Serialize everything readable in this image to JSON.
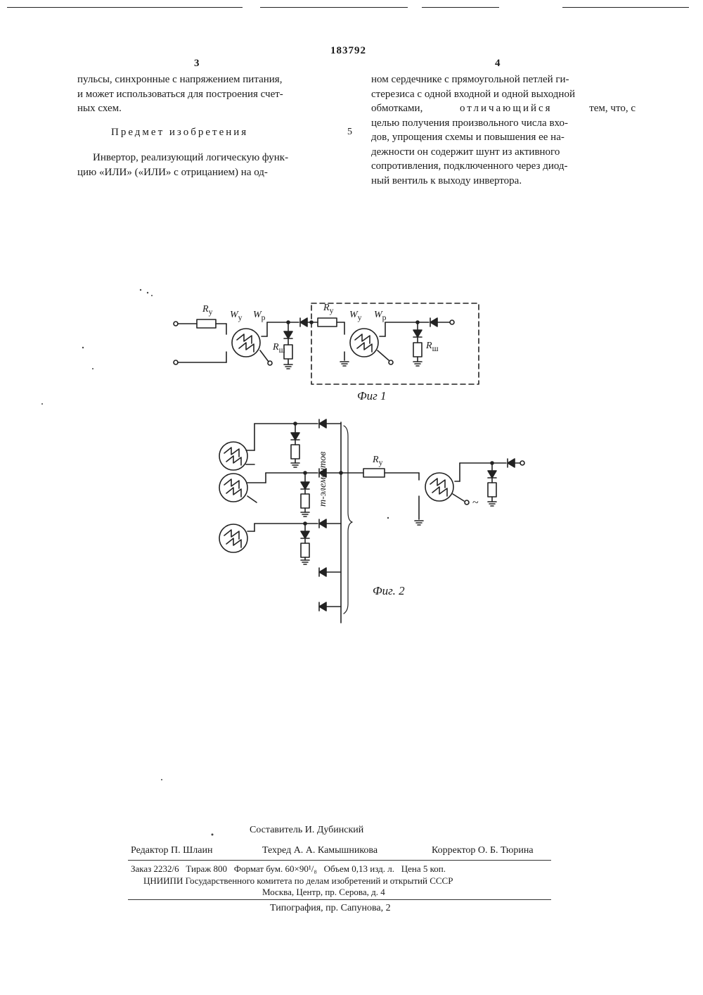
{
  "header": {
    "patent_number": "183792",
    "page_left": "3",
    "page_right": "4"
  },
  "left_column": {
    "lines": [
      "пульсы, синхронные с напряжением питания,",
      "и может использоваться для построения счет-",
      "ных схем."
    ],
    "heading": "Предмет изобретения",
    "claim_lines": [
      "Инвертор, реализующий логическую функ-",
      "цию «ИЛИ» («ИЛИ» с отрицанием) на од-"
    ]
  },
  "line_number": "5",
  "right_column": {
    "lines": [
      "ном сердечнике с прямоугольной петлей ги-",
      "стерезиса с одной входной и одной выходной",
      "обмотками,",
      "отличающийся",
      "тем, что, с",
      "целью получения произвольного числа вхо-",
      "дов, упрощения схемы и повышения ее на-",
      "дежности он содержит шунт из активного",
      "сопротивления, подключенного через диод-",
      "ный вентиль к выходу инвертора."
    ]
  },
  "figure1": {
    "labels": {
      "ry_left": "R",
      "ry_left_sub": "у",
      "wy_left": "W",
      "wy_left_sub": "у",
      "wp_left": "W",
      "wp_left_sub": "р",
      "rsh_left": "R",
      "rsh_left_sub": "ш",
      "ry_right": "R",
      "ry_right_sub": "у",
      "wy_right": "W",
      "wy_right_sub": "у",
      "wp_right": "W",
      "wp_right_sub": "р",
      "rsh_right": "R",
      "rsh_right_sub": "ш"
    },
    "caption": "Фиг 1"
  },
  "figure2": {
    "labels": {
      "ry": "R",
      "ry_sub": "у",
      "bus_label": "m-элементов",
      "ac_symbol": "~"
    },
    "caption": "Фиг. 2"
  },
  "footer": {
    "compiler": "Составитель И. Дубинский",
    "editor": "Редактор П. Шлаин",
    "techred": "Техред А. А. Камышникова",
    "corrector": "Корректор О. Б. Тюрина",
    "order_line": "Заказ 2232/6   Тираж 800   Формат бум. 60×90¹/₈   Объем 0,13 изд. л.   Цена 5 коп.",
    "institute_line": "ЦНИИПИ Государственного комитета по делам изобретений и открытий СССР",
    "address_line": "Москва, Центр, пр. Серова, д. 4",
    "printing_line": "Типография, пр. Сапунова, 2"
  }
}
